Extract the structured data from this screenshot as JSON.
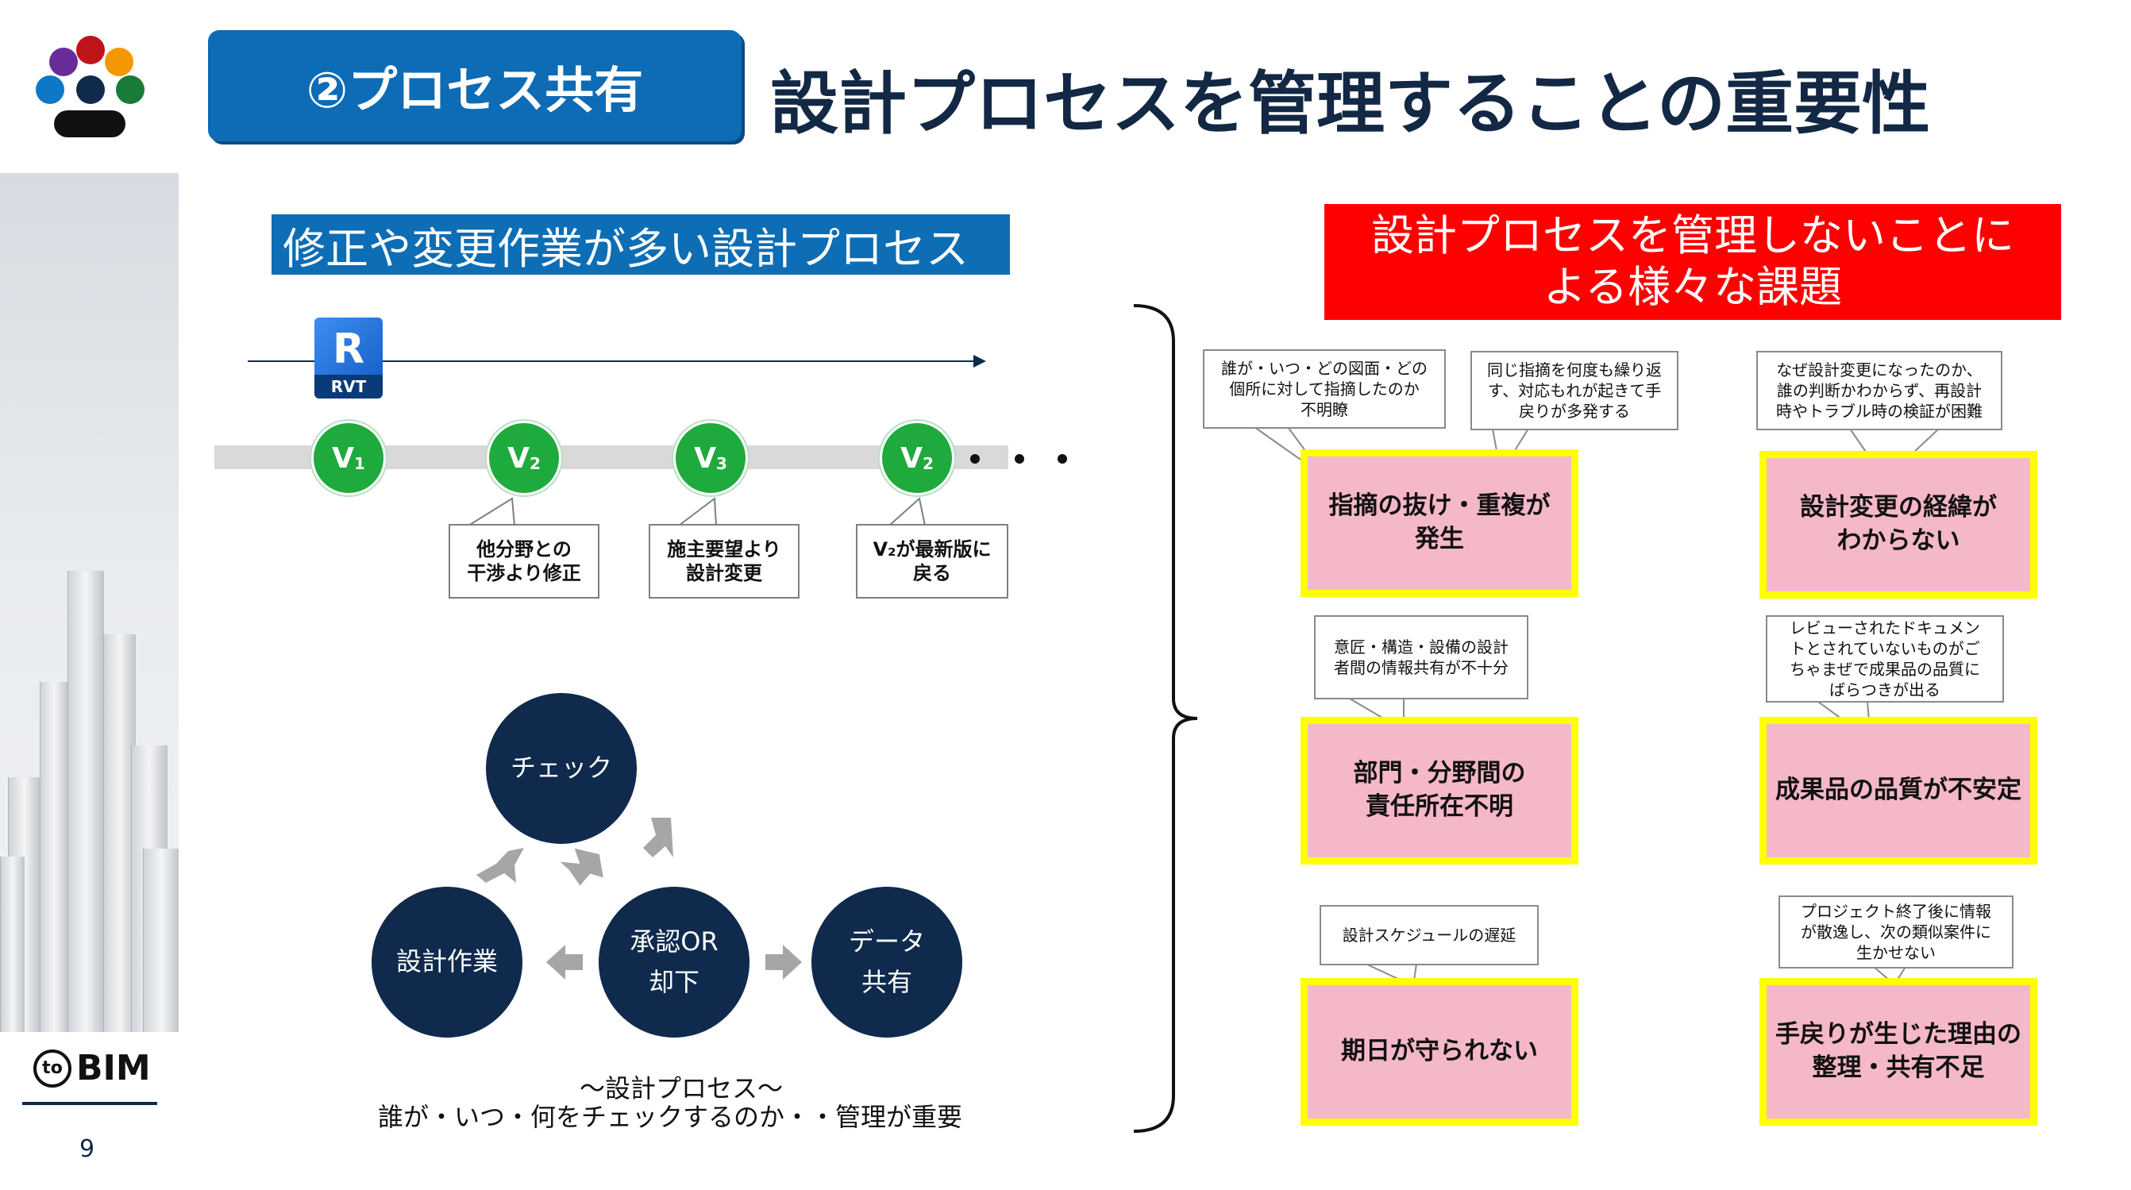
{
  "header": {
    "tag": "②プロセス共有",
    "title": "設計プロセスを管理することの重要性"
  },
  "brand": {
    "logo_text": "BIM",
    "logo_badge": "to",
    "page_number": "9"
  },
  "left": {
    "heading": "修正や変更作業が多い設計プロセス",
    "rvt_icon": {
      "letter": "R",
      "label": "RVT"
    },
    "versions": [
      {
        "label": "V",
        "sub": "1"
      },
      {
        "label": "V",
        "sub": "2"
      },
      {
        "label": "V",
        "sub": "3"
      },
      {
        "label": "V",
        "sub": "2"
      }
    ],
    "callouts": [
      {
        "line1": "他分野との",
        "line2": "干渉より修正"
      },
      {
        "line1": "施主要望より",
        "line2": "設計変更"
      },
      {
        "line1": "V₂が最新版に",
        "line2": "戻る"
      }
    ],
    "cycle": {
      "check": "チェック",
      "design": "設計作業",
      "approve_line1": "承認OR",
      "approve_line2": "却下",
      "data_line1": "データ",
      "data_line2": "共有"
    },
    "caption_line1": "～設計プロセス～",
    "caption_line2": "誰が・いつ・何をチェックするのか・・管理が重要"
  },
  "right": {
    "heading_line1": "設計プロセスを管理しないことに",
    "heading_line2": "よる様々な課題",
    "issues": [
      {
        "line1": "指摘の抜け・重複が",
        "line2": "発生"
      },
      {
        "line1": "設計変更の経緯が",
        "line2": "わからない"
      },
      {
        "line1": "部門・分野間の",
        "line2": "責任所在不明"
      },
      {
        "line1": "成果品の品質が不安定",
        "line2": ""
      },
      {
        "line1": "期日が守られない",
        "line2": ""
      },
      {
        "line1": "手戻りが生じた理由の",
        "line2": "整理・共有不足"
      }
    ],
    "notes": [
      {
        "line1": "誰が・いつ・どの図面・どの",
        "line2": "個所に対して指摘したのか",
        "line3": "不明瞭"
      },
      {
        "line1": "同じ指摘を何度も繰り返",
        "line2": "す、対応もれが起きて手",
        "line3": "戻りが多発する"
      },
      {
        "line1": "なぜ設計変更になったのか、",
        "line2": "誰の判断かわからず、再設計",
        "line3": "時やトラブル時の検証が困難"
      },
      {
        "line1": "意匠・構造・設備の設計",
        "line2": "者間の情報共有が不十分",
        "line3": ""
      },
      {
        "line1": "レビューされたドキュメン",
        "line2": "トとされていないものがご",
        "line3": "ちゃまぜで成果品の品質に",
        "line4": "ばらつきが出る"
      },
      {
        "line1": "設計スケジュールの遅延",
        "line2": "",
        "line3": ""
      },
      {
        "line1": "プロジェクト終了後に情報",
        "line2": "が散逸し、次の類似案件に",
        "line3": "生かせない"
      }
    ]
  },
  "colors": {
    "navy": "#0f2a4c",
    "blue": "#0d6db5",
    "red": "#ff0000",
    "green": "#1eaa3c",
    "pink": "#f5b8c8",
    "yellow": "#ffff00"
  }
}
